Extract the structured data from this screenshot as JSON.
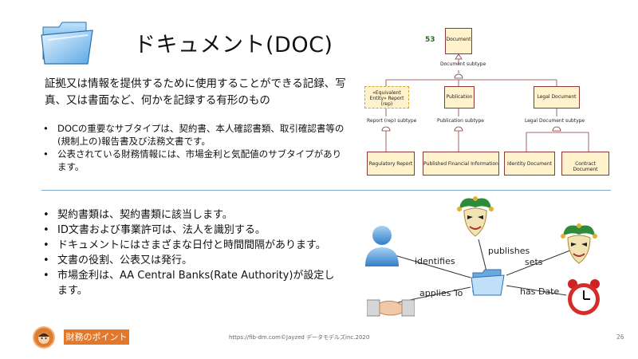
{
  "slide": {
    "title": "ドキュメント(DOC)",
    "definition": "証拠又は情報を提供するために使用することができる記録、写真、又は書面など、何かを記録する有形のもの",
    "top_bullets": [
      "DOCの重要なサブタイプは、契約書、本人確認書類、取引確認書等の(規制上の)報告書及び法務文書です。",
      "公表されている財務情報には、市場金利と気配値のサブタイプがあります。"
    ],
    "bottom_bullets": [
      "契約書類は、契約書類に該当します。",
      "ID文書および事業許可は、法人を識別する。",
      "ドキュメントにはさまざまな日付と時間間隔があります。",
      "文書の役割、公表又は発行。",
      "市場金利は、AA Central Banks(Rate Authority)が設定します。"
    ]
  },
  "uml": {
    "id_number": "53",
    "root": "Document",
    "root_link": "Document subtype",
    "mid": [
      {
        "label": "«Equivalent Entity» Report (rep)",
        "link": "Report (rep) subtype"
      },
      {
        "label": "Publication",
        "link": "Publication subtype"
      },
      {
        "label": "Legal Document",
        "link": "Legal Document subtype"
      }
    ],
    "leaves": [
      "Regulatory Report",
      "Published Financial Information",
      "Identity Document",
      "Contract Document"
    ]
  },
  "graph": {
    "identifies": "identifies",
    "publishes": "publishes",
    "sets": "sets",
    "applies_to": "applies To",
    "has_date": "has Date"
  },
  "footer": {
    "badge": "財務のポイント",
    "credit": "https://fib-dm.com©Jayzed データモデルズinc.2020",
    "page_number": "26"
  },
  "colors": {
    "badge": "#e3782c",
    "uml_fill": "#fff2cc",
    "uml_border": "#8b3a3a",
    "divider": "#7fa7c7"
  },
  "icons": [
    "folder-icon",
    "user-icon",
    "jester-mask-icon",
    "handshake-icon",
    "alarm-clock-icon",
    "avatar-icon"
  ]
}
